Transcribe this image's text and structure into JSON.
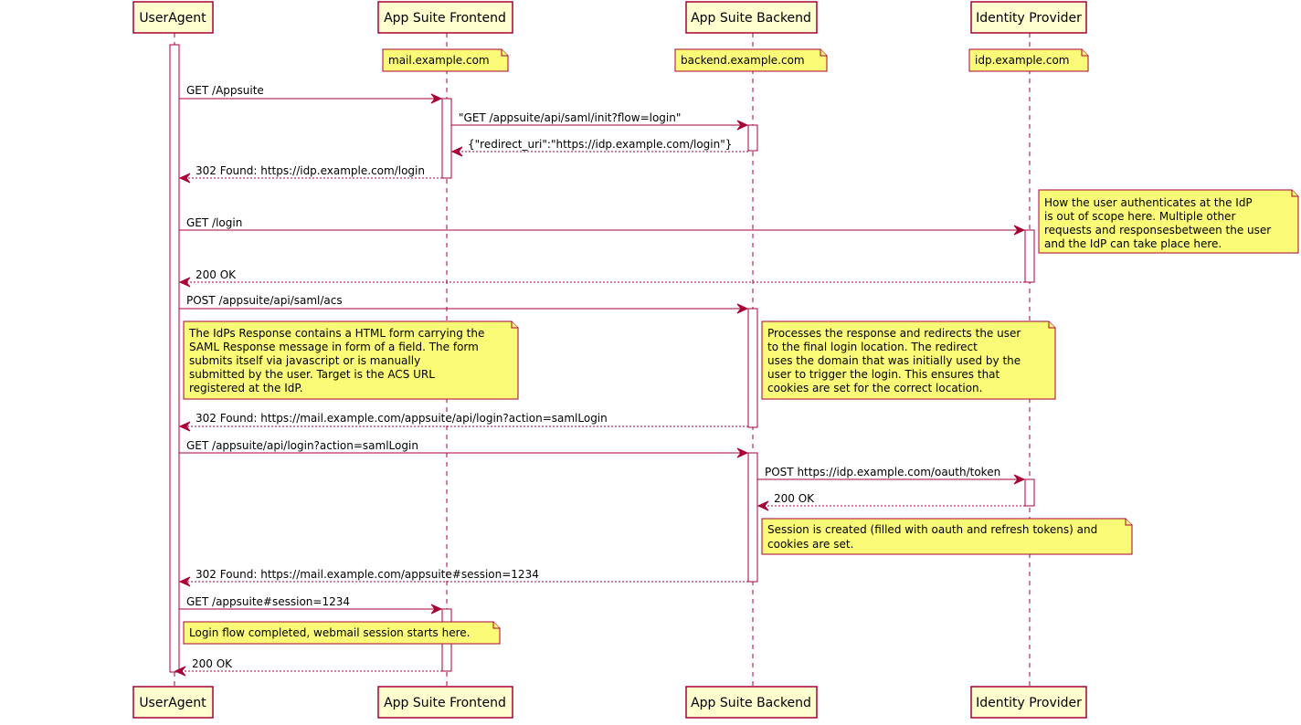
{
  "participants": [
    {
      "id": "ua",
      "label": "UserAgent"
    },
    {
      "id": "fe",
      "label": "App Suite Frontend"
    },
    {
      "id": "be",
      "label": "App Suite Backend"
    },
    {
      "id": "idp",
      "label": "Identity Provider"
    }
  ],
  "notes": {
    "fe_host": "mail.example.com",
    "be_host": "backend.example.com",
    "idp_host": "idp.example.com",
    "idp_auth": [
      "How the user authenticates at the IdP",
      "is out of scope here. Multiple other",
      "requests and responsesbetween the user",
      "and the IdP can take place here."
    ],
    "idp_response": [
      "The IdPs Response contains a HTML form carrying the",
      "SAML Response message in form of a field. The form",
      "submits itself via javascript or is manually",
      "submitted by the user. Target is the ACS URL",
      "registered at the IdP."
    ],
    "backend_process": [
      "Processes the response and redirects the user",
      "to the final login location. The redirect",
      "uses the domain that was initially used by the",
      "user to trigger the login. This ensures that",
      "cookies are set for the correct location."
    ],
    "session_created": [
      "Session is created (filled with oauth and refresh tokens) and",
      "cookies are set."
    ],
    "login_completed": [
      "Login flow completed, webmail session starts here."
    ]
  },
  "messages": [
    {
      "id": "m1",
      "label": "GET /Appsuite",
      "style": "solid"
    },
    {
      "id": "m2",
      "label": "\"GET /appsuite/api/saml/init?flow=login\"",
      "style": "solid"
    },
    {
      "id": "m3",
      "label": "{\"redirect_uri\":\"https://idp.example.com/login\"}",
      "style": "dashed"
    },
    {
      "id": "m4",
      "label": "302 Found: https://idp.example.com/login",
      "style": "dashed"
    },
    {
      "id": "m5",
      "label": "GET /login",
      "style": "solid"
    },
    {
      "id": "m6",
      "label": "200 OK",
      "style": "dashed"
    },
    {
      "id": "m7",
      "label": "POST /appsuite/api/saml/acs",
      "style": "solid"
    },
    {
      "id": "m8",
      "label": "302 Found: https://mail.example.com/appsuite/api/login?action=samlLogin",
      "style": "dashed"
    },
    {
      "id": "m9",
      "label": "GET /appsuite/api/login?action=samlLogin",
      "style": "solid"
    },
    {
      "id": "m10",
      "label": "POST https://idp.example.com/oauth/token",
      "style": "solid"
    },
    {
      "id": "m11",
      "label": "200 OK",
      "style": "dashed"
    },
    {
      "id": "m12",
      "label": "302 Found: https://mail.example.com/appsuite#session=1234",
      "style": "dashed"
    },
    {
      "id": "m13",
      "label": "GET /appsuite#session=1234",
      "style": "solid"
    },
    {
      "id": "m14",
      "label": "200 OK",
      "style": "dashed"
    }
  ],
  "colors": {
    "accent": "#A80036",
    "participant_fill": "#FEFECE",
    "note_fill": "#FBFB77"
  }
}
